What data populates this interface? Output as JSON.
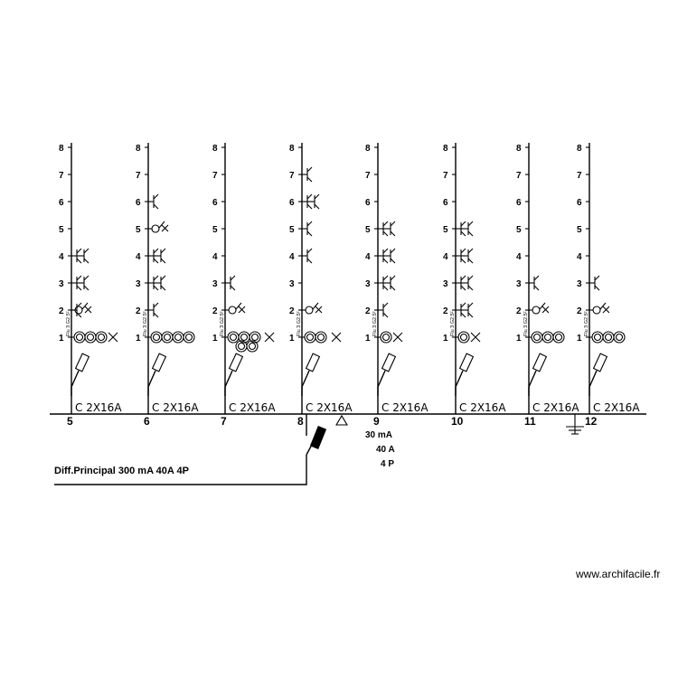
{
  "level_labels": [
    "1",
    "2",
    "3",
    "4",
    "5",
    "6",
    "7",
    "8"
  ],
  "circuits": [
    {
      "breaker": "C 2X16A",
      "number": "5",
      "cable": "Flu 3 G2.5²",
      "switches": [
        2,
        3,
        4
      ],
      "doubles": [
        3,
        4
      ],
      "outlet": [
        2
      ],
      "bottom": "sockets3x"
    },
    {
      "breaker": "C 2X16A",
      "number": "6",
      "cable": "Flu 3 G2.5²",
      "switches": [
        2,
        3,
        4,
        6
      ],
      "doubles": [
        3,
        4
      ],
      "outlet": [
        5
      ],
      "bottom": "sockets4"
    },
    {
      "breaker": "C 2X16A",
      "number": "7",
      "cable": "Flu 3 G2.5²",
      "switches": [
        3
      ],
      "doubles": [],
      "outlet": [
        2
      ],
      "bottom": "sockets3x3"
    },
    {
      "breaker": "C 2X16A",
      "number": "8",
      "cable": "Flu 3 G2.5²",
      "switches": [
        4,
        5,
        6,
        7
      ],
      "doubles": [
        6
      ],
      "outlet": [
        2
      ],
      "bottom": "sockets2x"
    },
    {
      "breaker": "C 2X16A",
      "number": "9",
      "cable": "Flu 3 G2.5²",
      "switches": [
        2,
        3,
        4,
        5
      ],
      "doubles": [
        3,
        4,
        5
      ],
      "outlet": [],
      "bottom": "sockets1x"
    },
    {
      "breaker": "C 2X16A",
      "number": "10",
      "cable": "Flu 3 G2.5²",
      "switches": [
        2,
        3,
        4,
        5
      ],
      "doubles": [
        2,
        3,
        4,
        5
      ],
      "outlet": [],
      "bottom": "sockets1x"
    },
    {
      "breaker": "C 2X16A",
      "number": "11",
      "cable": "Flu 3 G2.5²",
      "switches": [
        3
      ],
      "doubles": [],
      "outlet": [
        2
      ],
      "bottom": "sockets3"
    },
    {
      "breaker": "C 2X16A",
      "number": "12",
      "cable": "Flu 3 G2.5²",
      "switches": [
        3
      ],
      "doubles": [],
      "outlet": [
        2
      ],
      "bottom": "sockets3"
    }
  ],
  "main_breaker": {
    "label": "Diff.Principal 300 mA 40A 4P",
    "spec": [
      "30 mA",
      "40 A",
      "4 P"
    ]
  },
  "watermark": "www.archifacile.fr"
}
